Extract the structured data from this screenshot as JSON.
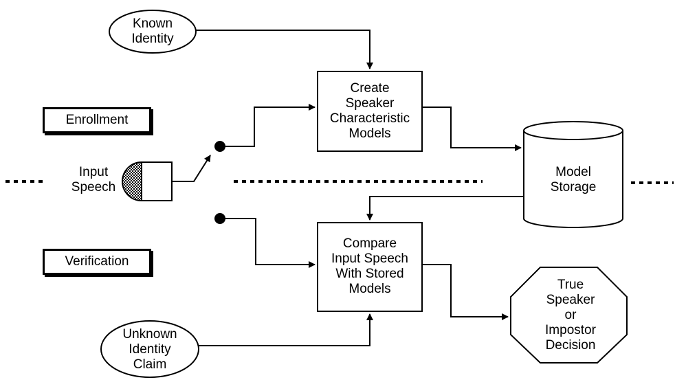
{
  "nodes": {
    "known_identity": [
      "Known",
      "Identity"
    ],
    "unknown_identity_claim": [
      "Unknown",
      "Identity",
      "Claim"
    ],
    "create_models": [
      "Create",
      "Speaker",
      "Characteristic",
      "Models"
    ],
    "compare_speech": [
      "Compare",
      "Input Speech",
      "With Stored",
      "Models"
    ],
    "model_storage": [
      "Model",
      "Storage"
    ],
    "decision": [
      "True",
      "Speaker",
      "or",
      "Impostor",
      "Decision"
    ],
    "input_speech": [
      "Input",
      "Speech"
    ]
  },
  "sections": {
    "enrollment": "Enrollment",
    "verification": "Verification"
  }
}
